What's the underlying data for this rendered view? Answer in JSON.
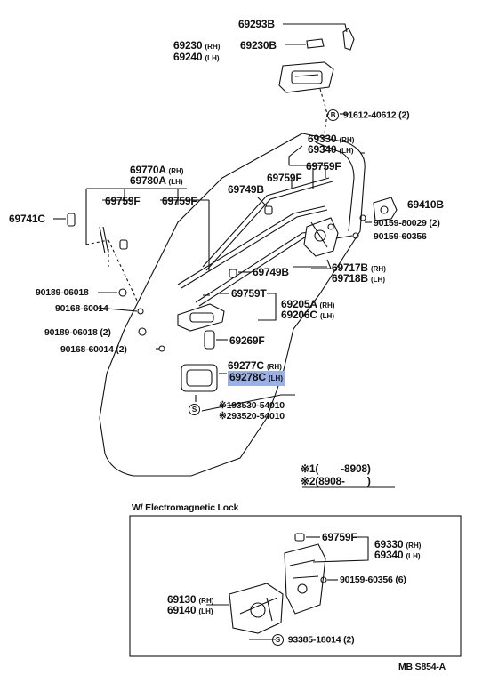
{
  "diagram": {
    "labels": {
      "p69293B": "69293B",
      "p69230": "69230",
      "p69230_rh": "(RH)",
      "p69230B": "69230B",
      "p69240": "69240",
      "p69240_lh": "(LH)",
      "p91612": "91612-40612 (2)",
      "p91612_sym": "B",
      "p69330": "69330",
      "p69330_rh": "(RH)",
      "p69340": "69340",
      "p69340_lh": "(LH)",
      "p69759F_a": "69759F",
      "p69759F_b": "69759F",
      "p69770A": "69770A",
      "p69770A_rh": "(RH)",
      "p69780A": "69780A",
      "p69780A_lh": "(LH)",
      "p69759F_c": "69759F",
      "p69759F_d": "69759F",
      "p69749B_a": "69749B",
      "p69741C": "69741C",
      "p69410B": "69410B",
      "p90159_80029": "90159-80029 (2)",
      "p90159_60356": "90159-60356",
      "p69717B": "69717B",
      "p69717B_rh": "(RH)",
      "p69718B": "69718B",
      "p69718B_lh": "(LH)",
      "p69749B_b": "69749B",
      "p90189_06018": "90189-06018",
      "p69759T": "69759T",
      "p90168_60014": "90168-60014",
      "p69205A": "69205A",
      "p69205A_rh": "(RH)",
      "p69206C": "69206C",
      "p69206C_lh": "(LH)",
      "p90189_06018_2": "90189-06018 (2)",
      "p69269F": "69269F",
      "p90168_60014_2": "90168-60014 (2)",
      "p69277C": "69277C",
      "p69277C_rh": "(RH)",
      "p69278C": "69278C",
      "p69278C_lh": "(LH)",
      "p93530": "※193530-54010",
      "p93520": "※293520-54010",
      "p_s_sym": "S",
      "note1": "※1(        -8908)",
      "note2": "※2(8908-        )",
      "em_title": "W/ Electromagnetic Lock",
      "em_69759F": "69759F",
      "em_69330": "69330",
      "em_69330_rh": "(RH)",
      "em_69340": "69340",
      "em_69340_lh": "(LH)",
      "em_90159": "90159-60356 (6)",
      "em_69130": "69130",
      "em_69130_rh": "(RH)",
      "em_69140": "69140",
      "em_69140_lh": "(LH)",
      "em_93385": "93385-18014 (2)",
      "em_s_sym": "S",
      "footer": "MB  S854-A"
    }
  }
}
